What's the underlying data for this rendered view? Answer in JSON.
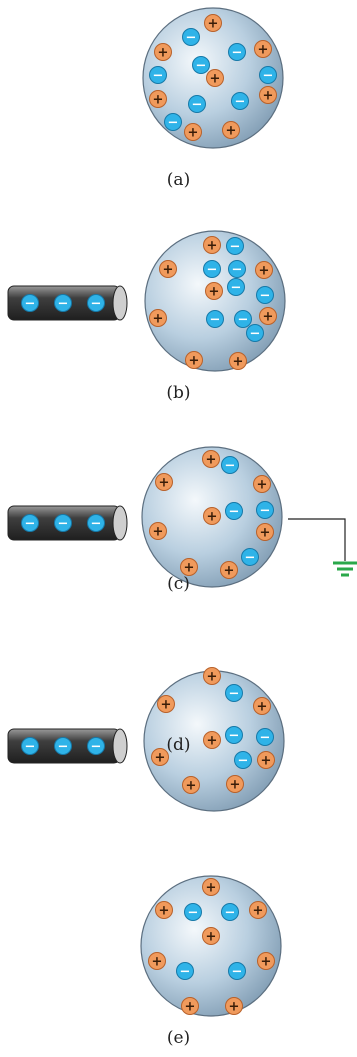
{
  "figure": {
    "panels": [
      {
        "id": "a",
        "caption": "(a)",
        "has_rod": false,
        "grounded": false
      },
      {
        "id": "b",
        "caption": "(b)",
        "has_rod": true,
        "grounded": false
      },
      {
        "id": "c",
        "caption": "(c)",
        "has_rod": true,
        "grounded": true
      },
      {
        "id": "d",
        "caption": "(d)",
        "has_rod": true,
        "grounded": false
      },
      {
        "id": "e",
        "caption": "(e)",
        "has_rod": false,
        "grounded": false
      }
    ],
    "charge_symbols": {
      "positive": "+",
      "negative": "−"
    },
    "colors": {
      "sphere": "#b9cfe0",
      "positive": "#f09a5c",
      "negative": "#2fb3e8",
      "rod": "#5a5a5a",
      "ground": "#2aa84a"
    }
  }
}
